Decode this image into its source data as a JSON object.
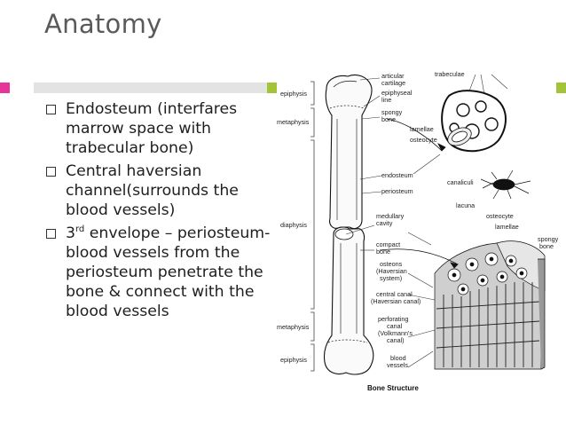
{
  "title": "Anatomy",
  "bullets": [
    {
      "text": "Endosteum (interfares marrow space with trabecular bone)"
    },
    {
      "text_pre": "3",
      "sup": "rd",
      "text_post": " envelope – periosteum- blood vessels from the periosteum penetrate the bone & connect with the blood vessels"
    },
    {
      "text": "Central haversian channel(surrounds the blood vessels)"
    }
  ],
  "figure": {
    "caption": "Bone Structure",
    "left_labels": {
      "epiphysis_top": "epiphysis",
      "metaphysis_top": "metaphysis",
      "diaphysis": "diaphysis",
      "metaphysis_bottom": "metaphysis",
      "epiphysis_bottom": "epiphysis"
    },
    "labels": {
      "articular_cartilage": [
        "articular",
        "cartilage"
      ],
      "epiphyseal_line": [
        "epiphyseal",
        "line"
      ],
      "spongy_bone": [
        "spongy",
        "bone"
      ],
      "trabeculae": "trabeculae",
      "lamellae": "lamellae",
      "osteocyte": "osteocyte",
      "endosteum": "endosteum",
      "periosteum": "periosteum",
      "canaliculi": "canaliculi",
      "lacuna": "lacuna",
      "medullary_cavity": [
        "medullary",
        "cavity"
      ],
      "compact_bone": [
        "compact",
        "bone"
      ],
      "osteocyte2": "osteocyte",
      "lamellae2": "lamellae",
      "spongy_bone2": [
        "spongy",
        "bone"
      ],
      "osteons": [
        "osteons",
        "(Haversian",
        "system)"
      ],
      "central_canal": [
        "central canal",
        "(Haversian canal)"
      ],
      "perforating_canal": [
        "perforating",
        "canal",
        "(Volkmann's",
        "canal)"
      ],
      "blood_vessels": [
        "blood",
        "vessels"
      ]
    }
  }
}
